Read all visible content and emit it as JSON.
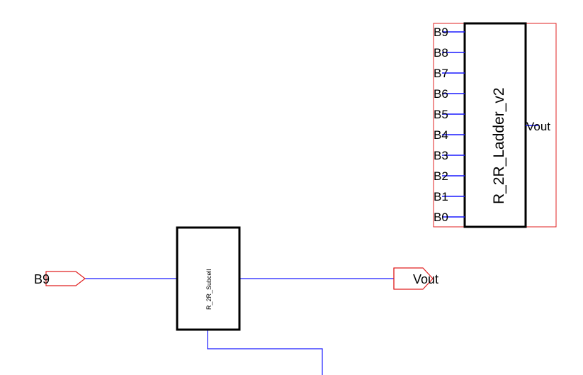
{
  "colors": {
    "wire": "#1a1aff",
    "outline": "#e02020",
    "body": "#000000",
    "background": "#ffffff"
  },
  "symbol": {
    "title": "R_2R_Ladder_v2",
    "pins_left": [
      "B9",
      "B8",
      "B7",
      "B6",
      "B5",
      "B4",
      "B3",
      "B2",
      "B1",
      "B0"
    ],
    "pin_right": "Vout"
  },
  "subcell": {
    "title": "R_2R_Subcell"
  },
  "ports": {
    "input": "B9",
    "output": "Vout"
  }
}
